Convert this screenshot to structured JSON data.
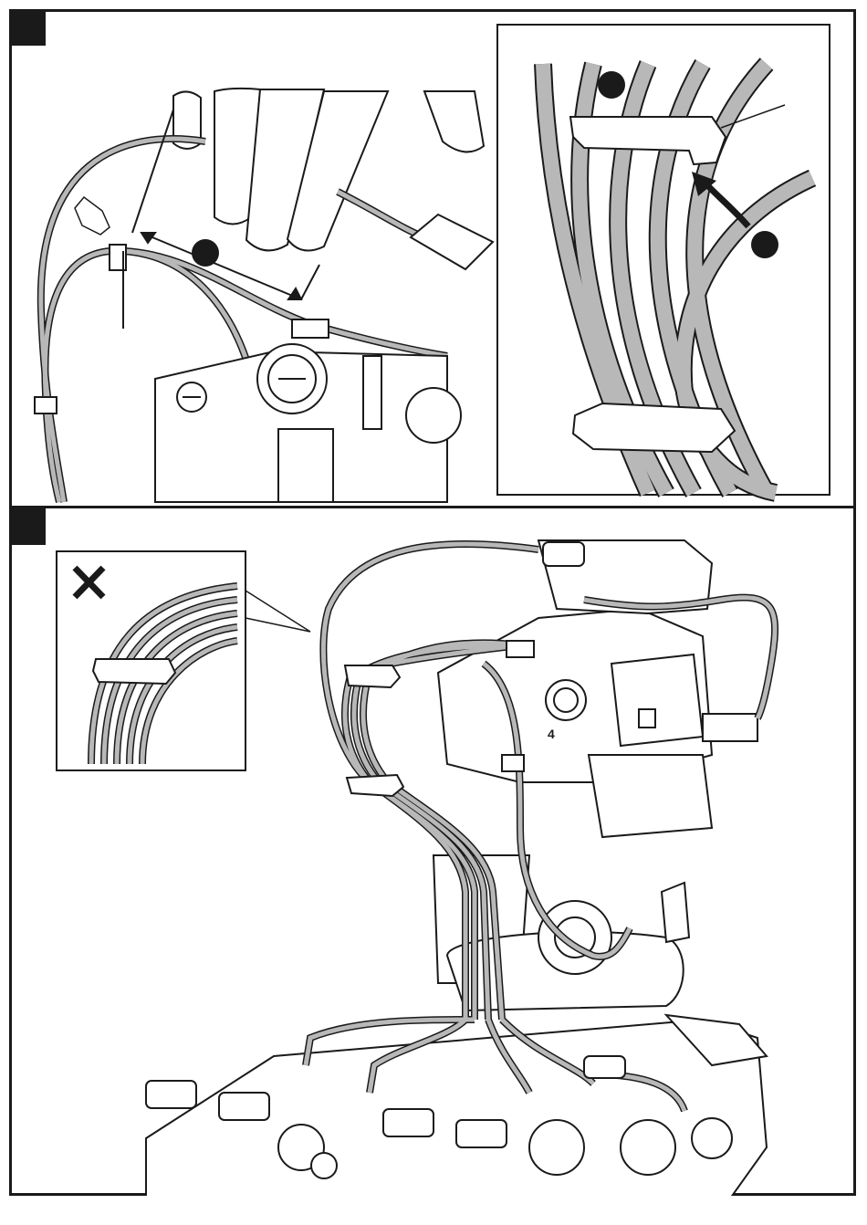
{
  "figure": {
    "steps": [
      {
        "marker": "step-1",
        "callouts": 3
      },
      {
        "marker": "step-2",
        "callouts": 0
      }
    ],
    "inset_bottom": {
      "symbol": "✕",
      "meaning": ""
    },
    "part_label": "4",
    "colors": {
      "line": "#1a1a1a",
      "cable": "#b8b8b8",
      "paper": "#ffffff",
      "marker": "#1a1a1a"
    },
    "icons": [
      "pointing-hand-icon",
      "cross-icon",
      "arrow-icon"
    ]
  }
}
